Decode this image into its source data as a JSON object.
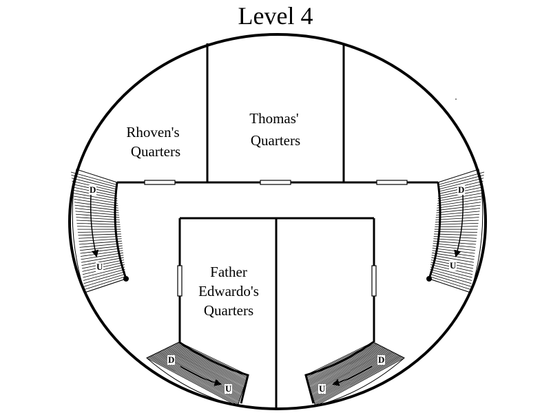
{
  "level_title": "Level 4",
  "rooms": {
    "rhoven": [
      "Rhoven's",
      "Quarters"
    ],
    "thomas": [
      "Thomas'",
      "Quarters"
    ],
    "edwardo": [
      "Father",
      "Edwardo's",
      "Quarters"
    ]
  },
  "stair_labels": {
    "down": "D",
    "up": "U"
  },
  "colors": {
    "line": "#000000",
    "background": "#ffffff"
  }
}
